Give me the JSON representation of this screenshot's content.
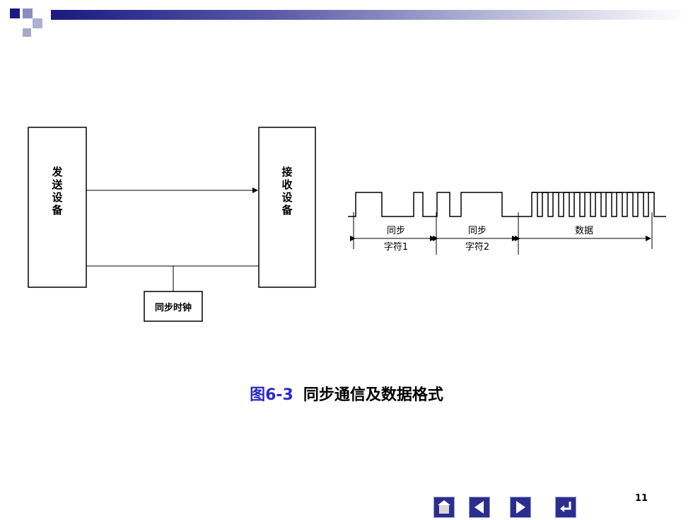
{
  "diagram": {
    "sender_label": "发送设备",
    "receiver_label": "接收设备",
    "clock_label": "同步时钟",
    "segments": [
      {
        "line1": "同步",
        "line2": "字符1"
      },
      {
        "line1": "同步",
        "line2": "字符2"
      },
      {
        "line1": "数据",
        "line2": ""
      }
    ]
  },
  "caption": {
    "number": "图6-3",
    "text": "同步通信及数据格式"
  },
  "page_number": "11",
  "nav": [
    "home-icon",
    "prev-icon",
    "next-icon",
    "return-icon"
  ],
  "colors": {
    "accent": "#2a2ac8",
    "bar": "#1a1a80",
    "nav": "#2b2e8f"
  }
}
